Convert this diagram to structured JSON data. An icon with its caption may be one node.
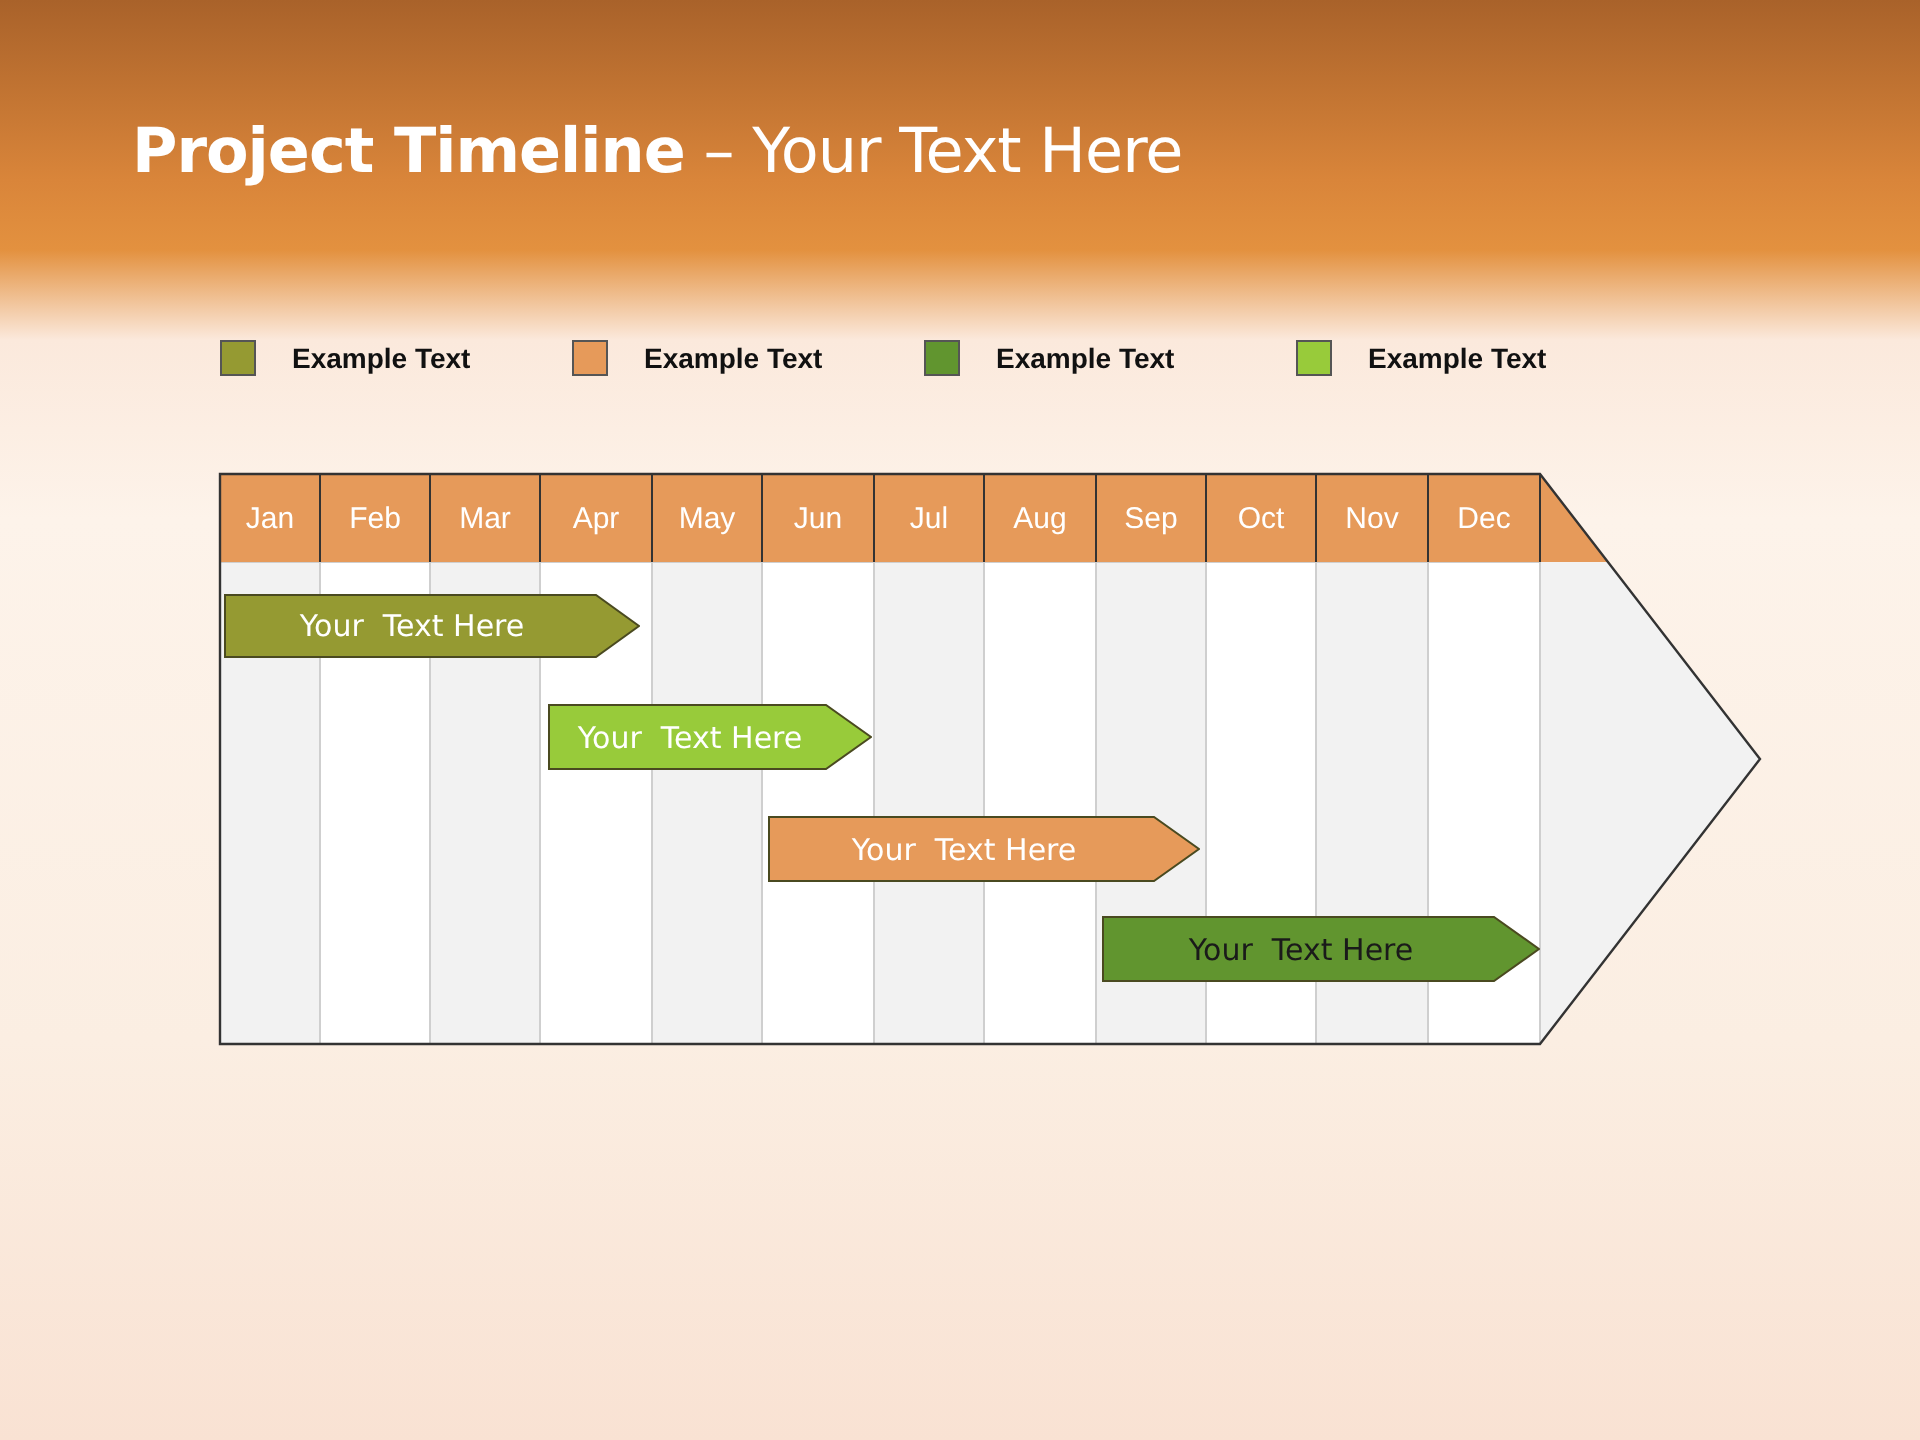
{
  "diagram": {
    "title": "**Project Timeline** – Your Text Here",
    "nodes": [
      {
        "text": [
          "Your  Text Here"
        ]
      },
      {
        "text": [
          "Your  Text Here"
        ]
      },
      {
        "text": [
          "Your  Text Here"
        ]
      },
      {
        "text": [
          "Your  Text Here"
        ]
      }
    ],
    "labels": [
      "Jan",
      "Feb",
      "Mar",
      "Apr",
      "May",
      "Jun",
      "Jul",
      "Aug",
      "Sep",
      "Oct",
      "Nov",
      "Dec"
    ],
    "legend": [
      {
        "text": "Example Text",
        "color": "#959a32"
      },
      {
        "text": "Example Text",
        "color": "#e69a5a"
      },
      {
        "text": "Example Text",
        "color": "#61952f"
      },
      {
        "text": "Example Text",
        "color": "#98cb3a"
      }
    ]
  }
}
